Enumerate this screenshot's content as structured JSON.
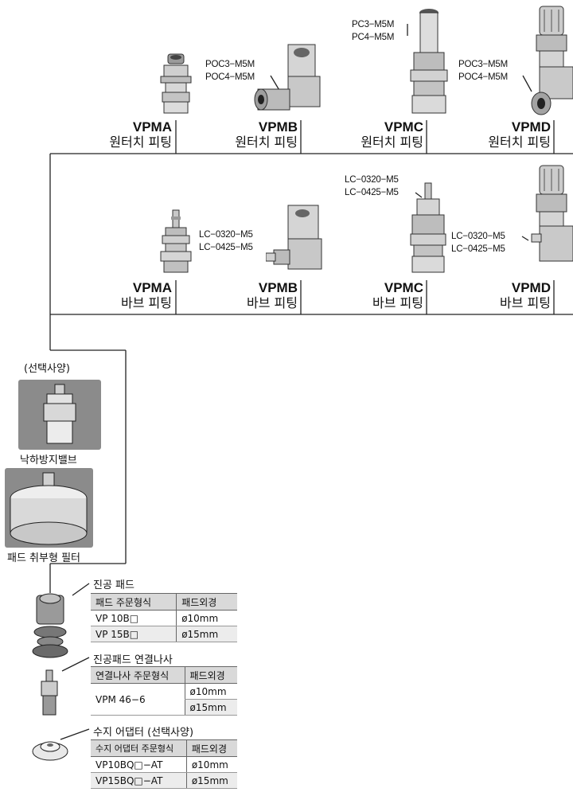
{
  "row1": {
    "fittings": [
      {
        "model": "VPMA",
        "type": "원터치 피팅",
        "parts": []
      },
      {
        "model": "VPMB",
        "type": "원터치 피팅",
        "parts": [
          "POC3−M5M",
          "POC4−M5M"
        ]
      },
      {
        "model": "VPMC",
        "type": "원터치 피팅",
        "parts": [
          "PC3−M5M",
          "PC4−M5M"
        ]
      },
      {
        "model": "VPMD",
        "type": "원터치 피팅",
        "parts": [
          "POC3−M5M",
          "POC4−M5M"
        ]
      }
    ]
  },
  "row2": {
    "fittings": [
      {
        "model": "VPMA",
        "type": "바브 피팅",
        "parts": []
      },
      {
        "model": "VPMB",
        "type": "바브 피팅",
        "parts": [
          "LC−0320−M5",
          "LC−0425−M5"
        ]
      },
      {
        "model": "VPMC",
        "type": "바브 피팅",
        "parts": [
          "LC−0320−M5",
          "LC−0425−M5"
        ]
      },
      {
        "model": "VPMD",
        "type": "바브 피팅",
        "parts": [
          "LC−0320−M5",
          "LC−0425−M5"
        ]
      }
    ]
  },
  "options": {
    "optional_note": "(선택사양)",
    "drop_valve": "낙하방지밸브",
    "pad_filter": "패드 취부형 필터"
  },
  "tables": {
    "vacuum_pad": {
      "title": "진공 패드",
      "headers": [
        "패드 주문형식",
        "패드외경"
      ],
      "rows": [
        [
          "VP 10B□",
          "ø10mm"
        ],
        [
          "VP 15B□",
          "ø15mm"
        ]
      ]
    },
    "connector": {
      "title": "진공패드 연결나사",
      "headers": [
        "연결나사 주문형식",
        "패드외경"
      ],
      "model": "VPM 46−6",
      "sizes": [
        "ø10mm",
        "ø15mm"
      ]
    },
    "resin_adapter": {
      "title": "수지 어댑터 (선택사양)",
      "headers": [
        "수지 어댑터 주문형식",
        "패드외경"
      ],
      "rows": [
        [
          "VP10BQ□−AT",
          "ø10mm"
        ],
        [
          "VP15BQ□−AT",
          "ø15mm"
        ]
      ]
    }
  }
}
